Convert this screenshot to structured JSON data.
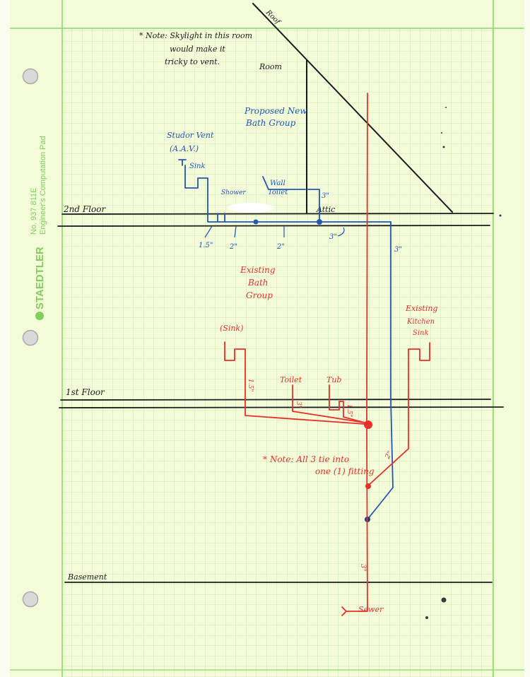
{
  "pad": {
    "brand": "STAEDTLER",
    "model": "No. 937 811E",
    "product": "Engineer's Computation Pad"
  },
  "colors": {
    "paper": "#f3fbd9",
    "grid": "#c2e5a8",
    "margin": "#8ad96a",
    "ink_black": "#1c1c1c",
    "ink_blue": "#2257b5",
    "ink_red": "#e8302b",
    "pad_green": "#7fcf5a"
  },
  "notes": {
    "skylight_line1": "* Note: Skylight in this room",
    "skylight_line2": "would make it",
    "skylight_line3": "tricky to vent.",
    "tie_line1": "* Note: All 3 tie into",
    "tie_line2": "one (1) fitting"
  },
  "floors": {
    "roof": "Roof",
    "room": "Room",
    "second": "2nd Floor",
    "attic": "Attic",
    "first": "1st Floor",
    "basement": "Basement"
  },
  "proposed": {
    "title_line1": "Proposed New",
    "title_line2": "Bath Group",
    "vent_line1": "Studor Vent",
    "vent_line2": "(A.A.V.)",
    "sink": "Sink",
    "shower": "Shower",
    "toilet_line1": "Wall",
    "toilet_line2": "Toilet",
    "sizes": {
      "s15": "1.5\"",
      "s2a": "2\"",
      "s2b": "2\"",
      "s3a": "3\"",
      "s3b": "3\"",
      "s3c": "3\""
    }
  },
  "existing": {
    "bath_line1": "Existing",
    "bath_line2": "Bath",
    "bath_line3": "Group",
    "sink": "(Sink)",
    "toilet": "Toilet",
    "tub": "Tub",
    "kitchen_line1": "Existing",
    "kitchen_line2": "Kitchen",
    "kitchen_line3": "Sink",
    "sizes": {
      "sink": "1.5\"",
      "toilet": "3\"",
      "tub": "1.5\"",
      "kitchen": "2\"",
      "stack": "3\""
    },
    "sewer": "Sewer"
  }
}
